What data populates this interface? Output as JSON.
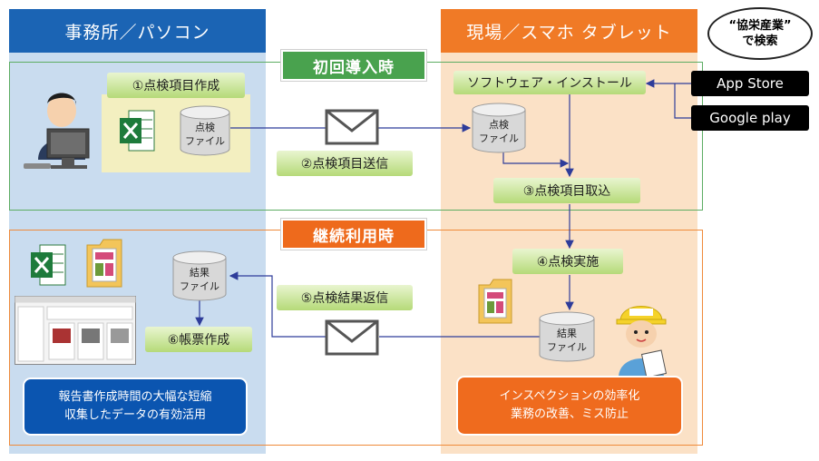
{
  "columns": {
    "left_header": "事務所／パソコン",
    "right_header": "現場／スマホ タブレット"
  },
  "phases": {
    "initial": "初回導入時",
    "continued": "継続利用時"
  },
  "steps": {
    "s1": "①点検項目作成",
    "s2": "②点検項目送信",
    "s3": "③点検項目取込",
    "s4": "④点検実施",
    "s5": "⑤点検結果返信",
    "s6": "⑥帳票作成",
    "install": "ソフトウェア・インストール"
  },
  "files": {
    "inspection_top": "点検",
    "inspection_bottom": "ファイル",
    "result_top": "結果",
    "result_bottom": "ファイル"
  },
  "stores": {
    "appstore": "App Store",
    "googleplay": "Google play"
  },
  "bubble": {
    "line1": "“協栄産業”",
    "line2": "で検索"
  },
  "notes": {
    "left_line1": "報告書作成時間の大幅な短縮",
    "left_line2": "収集したデータの有効活用",
    "right_line1": "インスペクションの効率化",
    "right_line2": "業務の改善、ミス防止"
  },
  "colors": {
    "office_blue": "#1b64b4",
    "field_orange": "#f07a26",
    "phase_green": "#49a24e",
    "phase_orange": "#ee6a1c",
    "arrow": "#2e3c9a"
  },
  "icons": [
    "person-at-computer-icon",
    "excel-icon",
    "folder-icon",
    "screenshot-thumbnail",
    "mail-envelope-icon",
    "worker-with-tablet-icon",
    "database-cylinder-icon"
  ]
}
